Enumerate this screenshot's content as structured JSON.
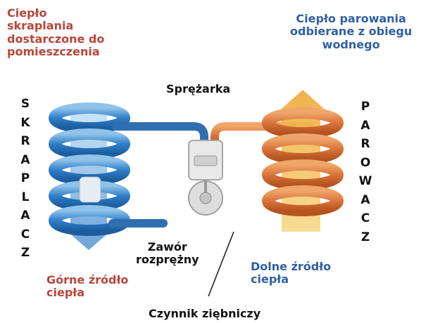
{
  "labels": {
    "condensation_heat": "Ciepło\nskraplania\ndostarczone do\npomieszczenia",
    "evaporation_heat": "Ciepło parowania\nodbierane z obiegu\nwodnego",
    "compressor": "Sprężarka",
    "expansion_valve": "Zawór\nrozprężny",
    "upper_source": "Górne źródło\nciepła",
    "lower_source": "Dolne źródło\nciepła",
    "refrigerant": "Czynnik ziębniczy"
  },
  "condenser_letters": [
    "S",
    "K",
    "R",
    "A",
    "P",
    "L",
    "A",
    "C",
    "Z"
  ],
  "evaporator_letters": [
    "P",
    "A",
    "R",
    "O",
    "W",
    "A",
    "C",
    "Z"
  ],
  "colors": {
    "hot_pipe": "#d9743a",
    "cold_pipe": "#2f7fc8",
    "red_text": "#b8463a",
    "blue_text": "#2f5fa6",
    "heat_arrow": "#f2b84a"
  }
}
